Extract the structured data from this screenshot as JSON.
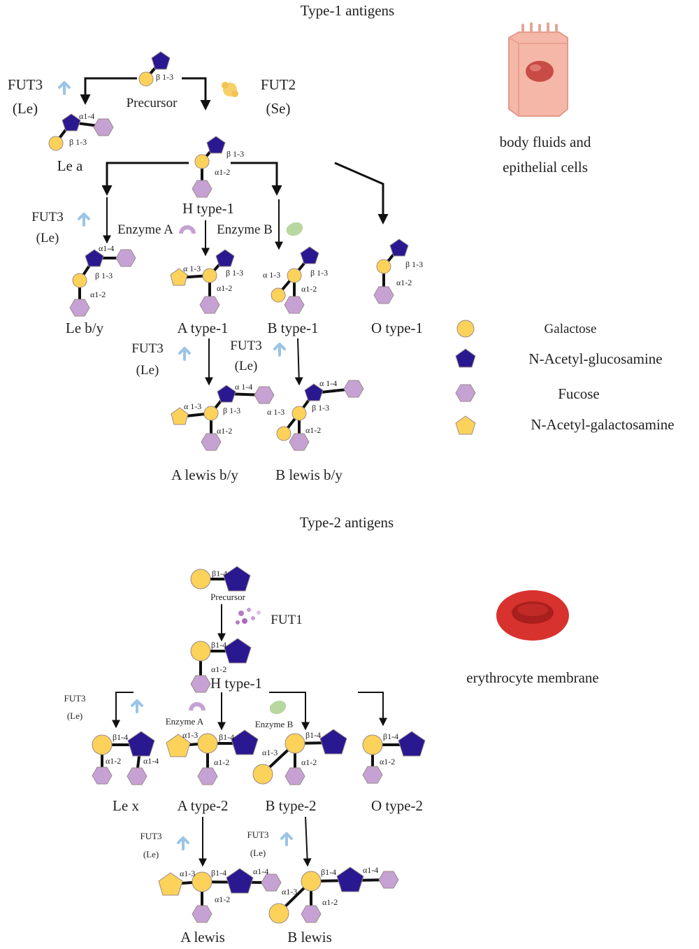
{
  "colors": {
    "galactose": "#fcd25a",
    "glcnac": "#2a1890",
    "fucose": "#c6a2d4",
    "galnac": "#fcd25a",
    "outline": "#9a8a8a",
    "rbc": "#d8322e",
    "epithelial": "#f5b7a8"
  },
  "type1": {
    "title": "Type-1 antigens",
    "precursor": "Precursor",
    "fut3_le_1": {
      "name": "FUT3",
      "sub": "(Le)"
    },
    "fut2_se": {
      "name": "FUT2",
      "sub": "(Se)"
    },
    "fut3_le_2": {
      "name": "FUT3",
      "sub": "(Le)"
    },
    "fut3_le_3": {
      "name": "FUT3",
      "sub": "(Le)"
    },
    "fut3_le_4": {
      "name": "FUT3",
      "sub": "(Le)"
    },
    "enzyme_a": "Enzyme A",
    "enzyme_b": "Enzyme B",
    "products": {
      "le_a": "Le a",
      "h_type1": "H type-1",
      "le_by": "Le b/y",
      "a_type1": "A type-1",
      "b_type1": "B type-1",
      "o_type1": "O type-1",
      "a_lewis_by": "A lewis b/y",
      "b_lewis_by": "B lewis b/y"
    },
    "site": "body fluids and epithelial cells"
  },
  "type2": {
    "title": "Type-2 antigens",
    "precursor": "Precursor",
    "fut1": "FUT1",
    "fut3_le_1": {
      "name": "FUT3",
      "sub": "(Le)"
    },
    "fut3_le_2": {
      "name": "FUT3",
      "sub": "(Le)"
    },
    "fut3_le_3": {
      "name": "FUT3",
      "sub": "(Le)"
    },
    "enzyme_a": "Enzyme A",
    "enzyme_b": "Enzyme B",
    "products": {
      "h_type1": "H type-1",
      "le_x": "Le x",
      "a_type2": "A type-2",
      "b_type2": "B type-2",
      "o_type2": "O type-2",
      "a_lewis": "A lewis",
      "b_lewis": "B lewis"
    },
    "site": "erythrocyte membrane"
  },
  "legend": {
    "galactose": "Galactose",
    "glcnac": "N-Acetyl-glucosamine",
    "fucose": "Fucose",
    "galnac": "N-Acetyl-galactosamine"
  },
  "bonds": {
    "b13": "β 1-3",
    "a14": "α1-4",
    "a14s": "α 1-4",
    "a12": "α1-2",
    "a13": "α 1-3",
    "b14": "β1-4",
    "a13t": "α1-3"
  }
}
